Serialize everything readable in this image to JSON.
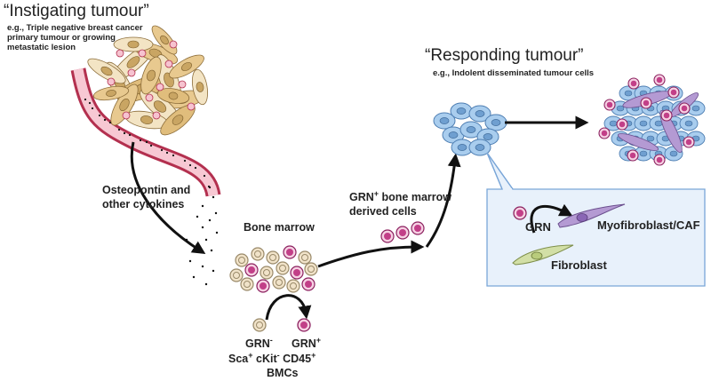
{
  "instigating": {
    "title": "“Instigating tumour”",
    "example_l1": "e.g., Triple negative breast cancer",
    "example_l2": "primary tumour or growing",
    "example_l3": "metastatic lesion"
  },
  "responding": {
    "title": "“Responding tumour”",
    "example": "e.g., Indolent disseminated tumour cells"
  },
  "cytokines": {
    "l1": "Osteopontin and",
    "l2": "other cytokines"
  },
  "bone_marrow": "Bone marrow",
  "grn_cells": {
    "grn": "GRN",
    "plus": "+",
    "l1_rest": " bone marrow",
    "l2": "derived cells"
  },
  "bottom": {
    "grn_neg": "GRN",
    "neg_sup": "-",
    "grn_pos": "GRN",
    "pos_sup": "+",
    "sca": "Sca",
    "cd45": "CD45",
    "ckit": "cKit",
    "bmcs": "BMCs"
  },
  "inset": {
    "grn": "GRN",
    "myofibroblast": "Myofibroblast/CAF",
    "fibroblast": "Fibroblast"
  },
  "colors": {
    "tumour_cell": "#e8c98f",
    "tumour_cell_light": "#f3e4c4",
    "vessel": "#d9496e",
    "vessel_inner": "#f6c9d2",
    "blue_cell": "#a9cdee",
    "pink_cell": "#c23f88",
    "beige_cell": "#f1e3c9",
    "inset_bg": "#e6f0fb",
    "inset_border": "#7aa6d8",
    "myofibroblast": "#b49ad3",
    "fibroblast": "#c9d99a"
  }
}
